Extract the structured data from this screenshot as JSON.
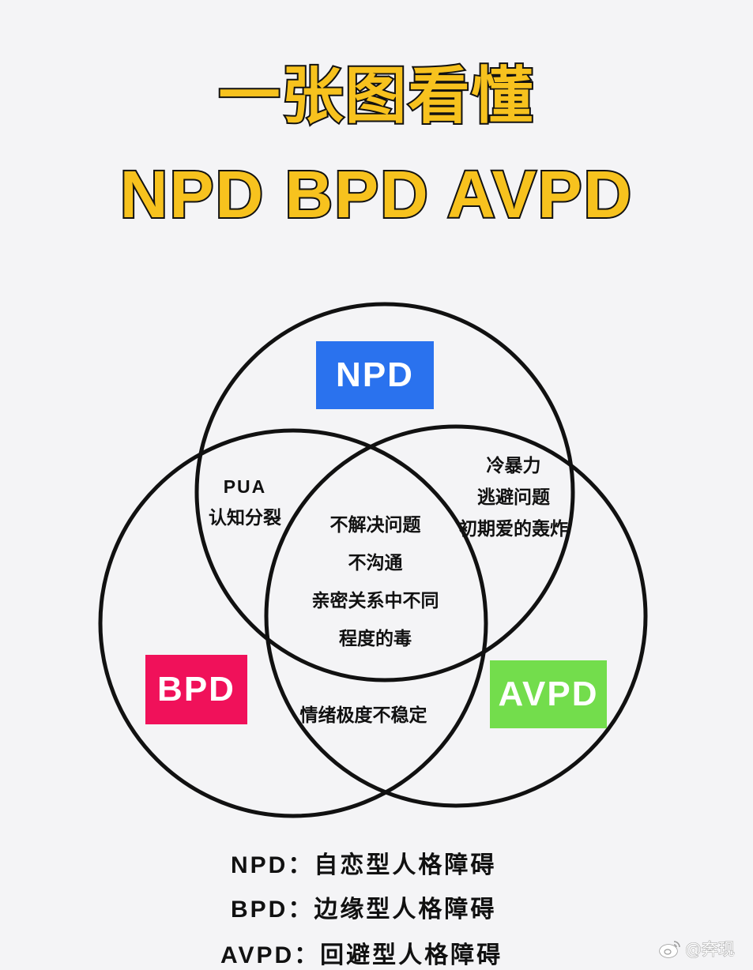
{
  "title": {
    "line1": "一张图看懂",
    "line2": "NPD BPD AVPD"
  },
  "circles": {
    "npd": {
      "label": "NPD",
      "color": "#2a72ee"
    },
    "bpd": {
      "label": "BPD",
      "color": "#f0115a"
    },
    "avpd": {
      "label": "AVPD",
      "color": "#73dd4c"
    }
  },
  "regions": {
    "npd_bpd": [
      "PUA",
      "认知分裂"
    ],
    "npd_avpd": [
      "冷暴力",
      "逃避问题",
      "初期爱的轰炸"
    ],
    "all_three": [
      "不解决问题",
      "不沟通",
      "亲密关系中不同",
      "程度的毒"
    ],
    "bpd_avpd": [
      "情绪极度不稳定"
    ]
  },
  "legend": [
    {
      "abbr": "NPD：",
      "meaning": "自恋型人格障碍"
    },
    {
      "abbr": "BPD：",
      "meaning": "边缘型人格障碍"
    },
    {
      "abbr": "AVPD：",
      "meaning": "回避型人格障碍"
    }
  ],
  "watermark": {
    "icon": "weibo-icon",
    "text": "@奔现"
  }
}
